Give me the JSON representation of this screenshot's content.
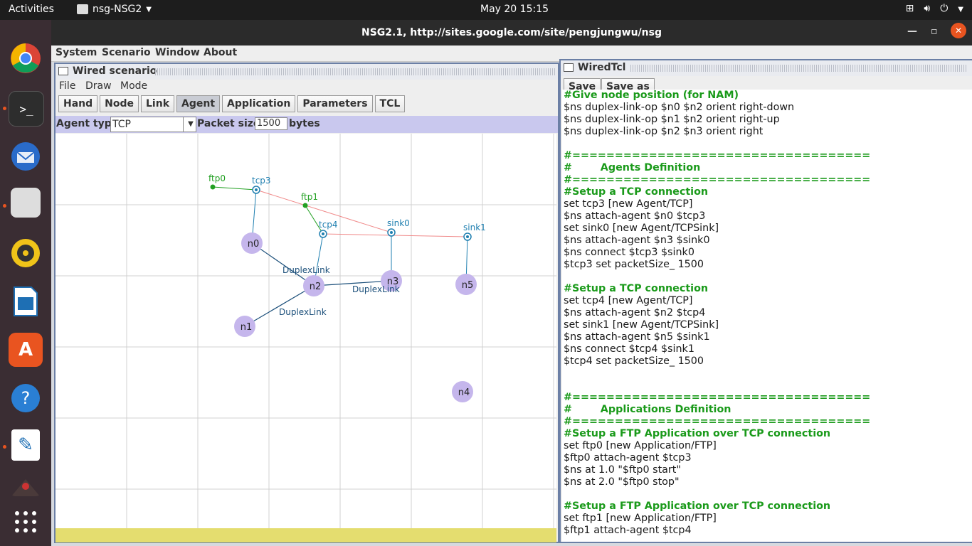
{
  "topbar": {
    "activities": "Activities",
    "app_name": "nsg-NSG2",
    "clock": "May 20  15:15"
  },
  "window": {
    "title": "NSG2.1, http://sites.google.com/site/pengjungwu/nsg",
    "menu": [
      "System",
      "Scenario",
      "Window",
      "About"
    ]
  },
  "wired": {
    "title": "Wired scenario",
    "menu": [
      "File",
      "Draw",
      "Mode"
    ],
    "modes": [
      "Hand",
      "Node",
      "Link",
      "Agent",
      "Application",
      "Parameters",
      "TCL"
    ],
    "active_mode": "Agent",
    "agent_type_label": "Agent type",
    "agent_type_value": "TCP",
    "packet_size_label": "Packet size",
    "packet_size_value": "1500",
    "bytes_label": "bytes"
  },
  "diagram": {
    "nodes": [
      "n0",
      "n1",
      "n2",
      "n3",
      "n4",
      "n5"
    ],
    "agents": [
      "tcp3",
      "tcp4",
      "sink0",
      "sink1"
    ],
    "apps": [
      "ftp0",
      "ftp1"
    ],
    "link_labels": [
      "DuplexLink",
      "DuplexLink",
      "DuplexLink"
    ]
  },
  "tcl": {
    "title": "WiredTcl",
    "save_label": "Save",
    "save_as_label": "Save as",
    "lines": [
      {
        "t": "#Give node position (for NAM)",
        "c": true
      },
      {
        "t": "$ns duplex-link-op $n0 $n2 orient right-down",
        "c": false
      },
      {
        "t": "$ns duplex-link-op $n1 $n2 orient right-up",
        "c": false
      },
      {
        "t": "$ns duplex-link-op $n2 $n3 orient right",
        "c": false
      },
      {
        "t": "",
        "c": false
      },
      {
        "t": "#===================================",
        "c": true
      },
      {
        "t": "#        Agents Definition",
        "c": true
      },
      {
        "t": "#===================================",
        "c": true
      },
      {
        "t": "#Setup a TCP connection",
        "c": true
      },
      {
        "t": "set tcp3 [new Agent/TCP]",
        "c": false
      },
      {
        "t": "$ns attach-agent $n0 $tcp3",
        "c": false
      },
      {
        "t": "set sink0 [new Agent/TCPSink]",
        "c": false
      },
      {
        "t": "$ns attach-agent $n3 $sink0",
        "c": false
      },
      {
        "t": "$ns connect $tcp3 $sink0",
        "c": false
      },
      {
        "t": "$tcp3 set packetSize_ 1500",
        "c": false
      },
      {
        "t": "",
        "c": false
      },
      {
        "t": "#Setup a TCP connection",
        "c": true
      },
      {
        "t": "set tcp4 [new Agent/TCP]",
        "c": false
      },
      {
        "t": "$ns attach-agent $n2 $tcp4",
        "c": false
      },
      {
        "t": "set sink1 [new Agent/TCPSink]",
        "c": false
      },
      {
        "t": "$ns attach-agent $n5 $sink1",
        "c": false
      },
      {
        "t": "$ns connect $tcp4 $sink1",
        "c": false
      },
      {
        "t": "$tcp4 set packetSize_ 1500",
        "c": false
      },
      {
        "t": "",
        "c": false
      },
      {
        "t": "",
        "c": false
      },
      {
        "t": "#===================================",
        "c": true
      },
      {
        "t": "#        Applications Definition",
        "c": true
      },
      {
        "t": "#===================================",
        "c": true
      },
      {
        "t": "#Setup a FTP Application over TCP connection",
        "c": true
      },
      {
        "t": "set ftp0 [new Application/FTP]",
        "c": false
      },
      {
        "t": "$ftp0 attach-agent $tcp3",
        "c": false
      },
      {
        "t": "$ns at 1.0 \"$ftp0 start\"",
        "c": false
      },
      {
        "t": "$ns at 2.0 \"$ftp0 stop\"",
        "c": false
      },
      {
        "t": "",
        "c": false
      },
      {
        "t": "#Setup a FTP Application over TCP connection",
        "c": true
      },
      {
        "t": "set ftp1 [new Application/FTP]",
        "c": false
      },
      {
        "t": "$ftp1 attach-agent $tcp4",
        "c": false
      }
    ]
  },
  "colors": {
    "node_fill": "#c5b6ec",
    "agent_color": "#1f7fb0",
    "app_color": "#22a022",
    "link_color": "#1b4f7a",
    "connection_color": "#f08a8a",
    "comment_color": "#1a9a1a"
  }
}
